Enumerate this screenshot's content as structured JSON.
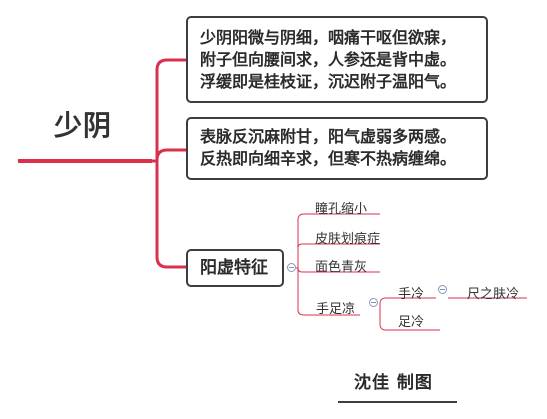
{
  "root": {
    "title": "少阴"
  },
  "nodes": {
    "box1": [
      "少阴阳微与阴细，咽痛干呕但欲寐，",
      "附子但向腰间求，人参还是背中虚。",
      "浮缓即是桂枝证，沉迟附子温阳气。"
    ],
    "box2": [
      "表脉反沉麻附甘，阳气虚弱多两感。",
      "反热即向细辛求，但寒不热病缠绵。"
    ],
    "box3": {
      "label": "阳虚特征"
    }
  },
  "leaves": {
    "pupil": "瞳孔缩小",
    "skin": "皮肤划痕症",
    "face": "面色青灰",
    "hands_feet": "手足凉",
    "hands": "手冷",
    "forearm": "尺之肤冷",
    "feet": "足冷"
  },
  "credit": "沈佳  制图",
  "colors": {
    "accent": "#d9314c",
    "border": "#3d3d3d"
  }
}
